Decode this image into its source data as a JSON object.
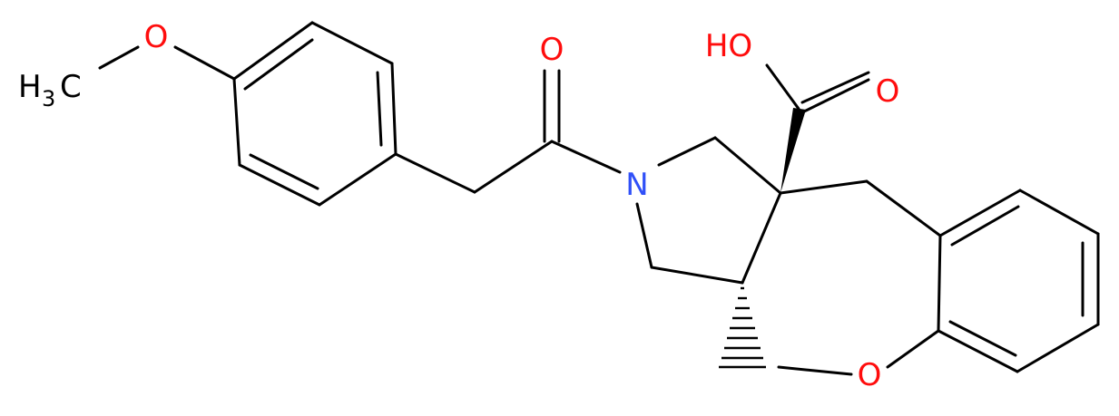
{
  "atoms": {
    "methyl": {
      "main": "H",
      "sub": "3",
      "tail": "C"
    },
    "methoxy_oxygen": "O",
    "carbonyl_oxygen": "O",
    "nitrogen": "N",
    "acid_hydroxyl": "HO",
    "acid_oxygen": "O",
    "ring_oxygen": "O"
  },
  "colors": {
    "bond": "#000000",
    "carbon_label": "#000000",
    "oxygen": "#ff0d0d",
    "nitrogen": "#3050f8"
  }
}
